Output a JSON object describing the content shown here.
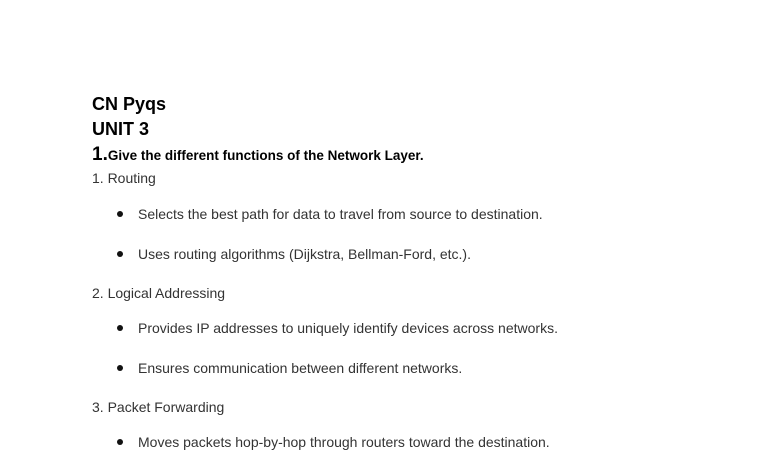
{
  "document": {
    "title": "CN Pyqs",
    "unit": "UNIT 3",
    "question": {
      "number": "1.",
      "text": "Give the different functions of the Network Layer."
    },
    "sections": [
      {
        "heading": "1. Routing",
        "bullets": [
          "Selects the best path for data to travel from source to destination.",
          "Uses routing algorithms (Dijkstra, Bellman-Ford, etc.)."
        ]
      },
      {
        "heading": "2. Logical Addressing",
        "bullets": [
          "Provides IP addresses to uniquely identify devices across networks.",
          "Ensures communication between different networks."
        ]
      },
      {
        "heading": "3. Packet Forwarding",
        "bullets": [
          "Moves packets hop-by-hop through routers toward the destination."
        ]
      }
    ]
  },
  "colors": {
    "heading": "#000000",
    "body_text": "#333333",
    "bullet": "#111111",
    "background": "#ffffff"
  }
}
